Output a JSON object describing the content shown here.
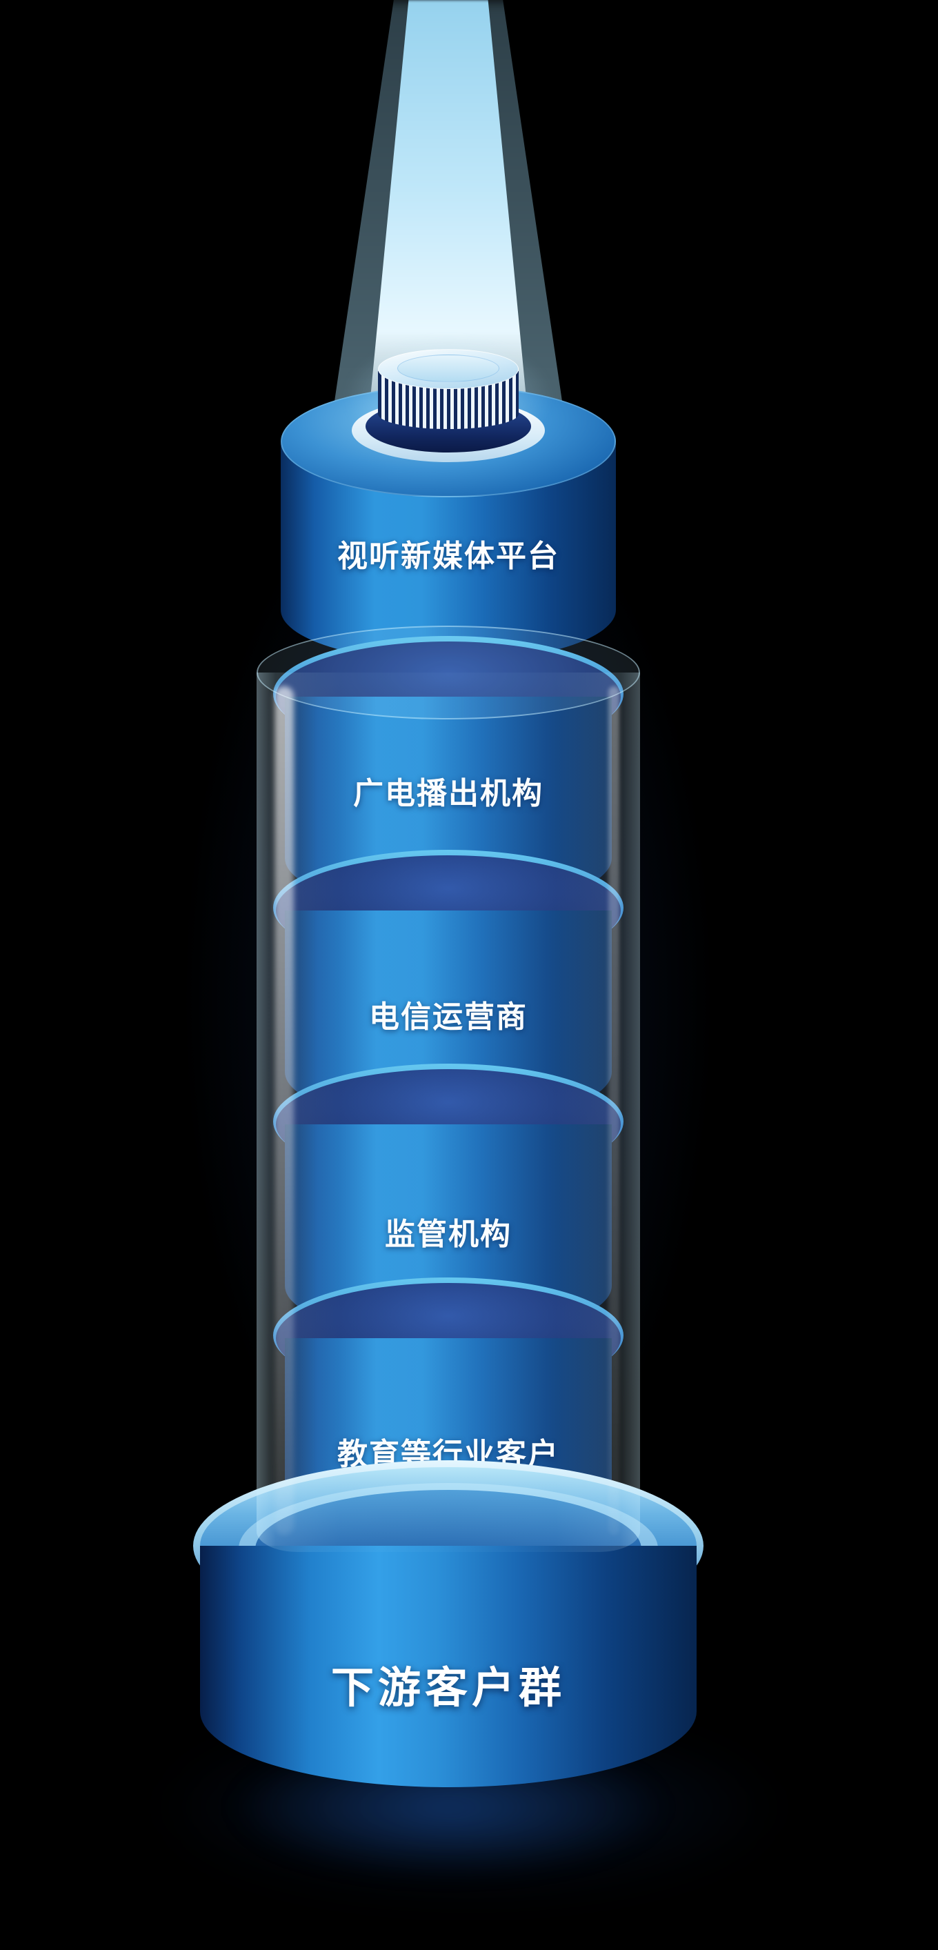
{
  "diagram": {
    "type": "stacked-cylinder-tower",
    "beam": "light-beam",
    "segments": [
      {
        "label": "视听新媒体平台"
      },
      {
        "label": "广电播出机构"
      },
      {
        "label": "电信运营商"
      },
      {
        "label": "监管机构"
      },
      {
        "label": "教育等行业客户"
      }
    ],
    "base": {
      "label": "下游客户群"
    },
    "colors": {
      "background": "#000000",
      "cylinder_bright": "#2f9ce4",
      "cylinder_mid": "#1668b4",
      "cylinder_dark": "#0a2f63",
      "inner_top_face": "#1a3376",
      "beam": "#bfe7f9",
      "glass_tube": "#a0d7f5",
      "label_text": "#ffffff"
    }
  }
}
